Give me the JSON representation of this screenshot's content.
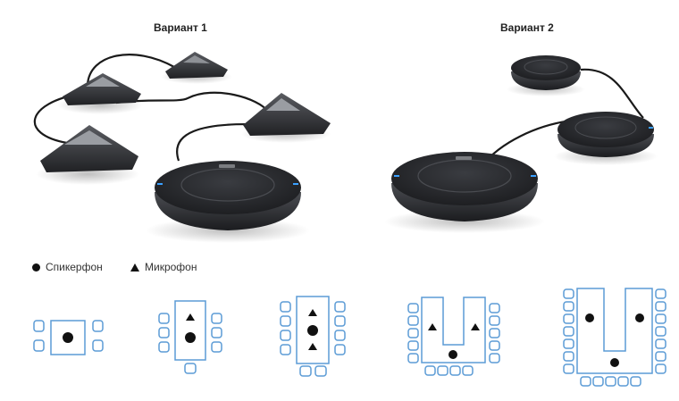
{
  "variants": {
    "v1": "Вариант 1",
    "v2": "Вариант 2"
  },
  "legend": {
    "speakerphone": "Спикерфон",
    "microphone": "Микрофон"
  },
  "colors": {
    "device_body": "#3a3b3f",
    "device_dark": "#1c1d20",
    "device_top": "#2a2b2f",
    "accent_blue": "#3aa0ff",
    "table_outline": "#5b9bd5",
    "chair_outline": "#5b9bd5"
  }
}
